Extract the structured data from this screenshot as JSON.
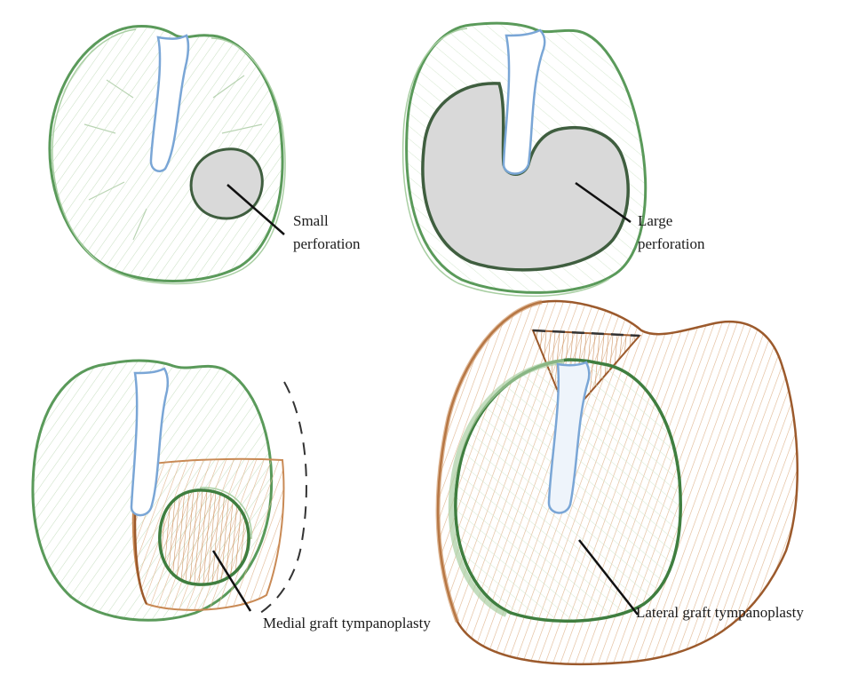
{
  "panels": [
    {
      "id": "small-perforation",
      "label_lines": [
        "Small",
        "perforation"
      ]
    },
    {
      "id": "large-perforation",
      "label_lines": [
        "Large",
        "perforation"
      ]
    },
    {
      "id": "medial-graft",
      "label_lines": [
        "Medial graft tympanoplasty"
      ]
    },
    {
      "id": "lateral-graft",
      "label_lines": [
        "Lateral graft tympanoplasty"
      ]
    }
  ],
  "colors": {
    "annulus": "#5a9a5a",
    "annulus_light": "#a9cfa3",
    "malleus": "#7aa6d6",
    "perforation_fill": "#d9d9d9",
    "perforation_edge": "#3f5e3f",
    "graft": "#c98a55",
    "graft_dark": "#9c5a2c",
    "pointer": "#111111"
  }
}
